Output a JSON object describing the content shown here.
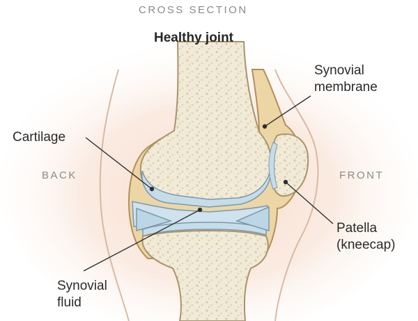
{
  "header": {
    "section": "CROSS SECTION",
    "title": "Healthy joint"
  },
  "sides": {
    "back": "BACK",
    "front": "FRONT"
  },
  "labels": {
    "synovial_membrane_1": "Synovial",
    "synovial_membrane_2": "membrane",
    "cartilage": "Cartilage",
    "patella_1": "Patella",
    "patella_2": "(kneecap)",
    "synovial_fluid_1": "Synovial",
    "synovial_fluid_2": "fluid"
  },
  "colors": {
    "bone": "#f2ecd9",
    "bone_texture": "#d8cfb4",
    "cartilage": "#c9dde9",
    "capsule": "#e8cf9c",
    "capsule_edge": "#b08a55",
    "tissue": "#f6ddcf"
  }
}
